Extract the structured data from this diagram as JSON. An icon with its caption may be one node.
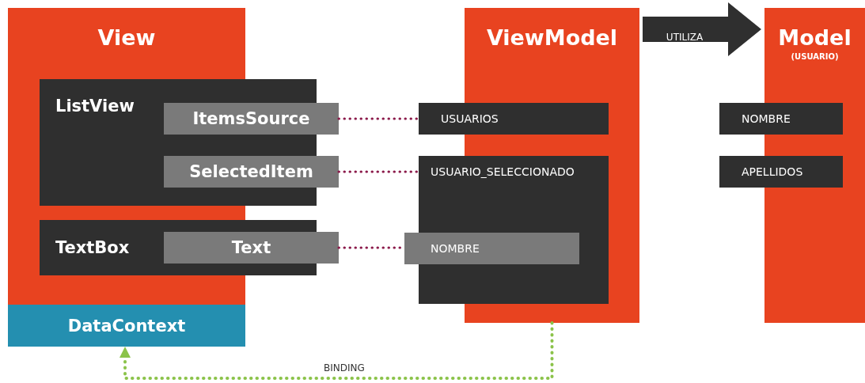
{
  "diagram": {
    "nodes": [
      {
        "text": [
          "View"
        ]
      },
      {
        "text": [
          "ListView"
        ]
      },
      {
        "text": [
          "ItemsSource"
        ]
      },
      {
        "text": [
          "SelectedItem"
        ]
      },
      {
        "text": [
          "TextBox"
        ]
      },
      {
        "text": [
          "Text"
        ]
      },
      {
        "text": [
          "DataContext"
        ]
      },
      {
        "text": [
          "ViewModel"
        ]
      },
      {
        "text": [
          "USUARIOS"
        ]
      },
      {
        "text": [
          "USUARIO_SELECCIONADO"
        ]
      },
      {
        "text": [
          "NOMBRE"
        ]
      },
      {
        "text": [
          "Model",
          "(USUARIO)"
        ]
      },
      {
        "text": [
          "NOMBRE"
        ]
      },
      {
        "text": [
          "APELLIDOS"
        ]
      }
    ],
    "edges": [
      {
        "from": 2,
        "to": 8,
        "arrow": "none",
        "style": "dashed"
      },
      {
        "from": 3,
        "to": 9,
        "arrow": "none",
        "style": "dashed"
      },
      {
        "from": 5,
        "to": 10,
        "arrow": "none",
        "style": "dashed"
      },
      {
        "from": 7,
        "to": 11,
        "arrow": "to",
        "label": "UTILIZA",
        "style": "thick",
        "color": "#2f2f2f"
      },
      {
        "from": 7,
        "to": 6,
        "arrow": "to",
        "label": "BINDING",
        "style": "dashed",
        "color": "#8bc34a"
      }
    ]
  }
}
